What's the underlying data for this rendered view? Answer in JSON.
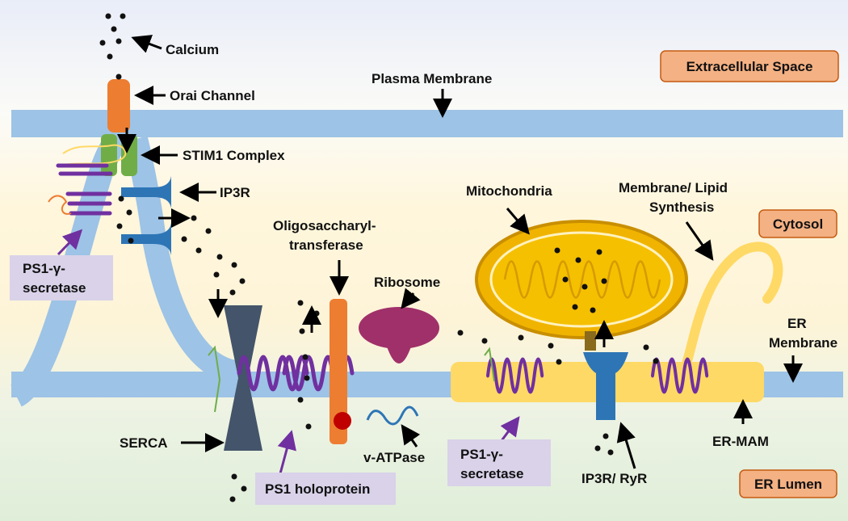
{
  "labels": {
    "calcium": "Calcium",
    "orai": "Orai Channel",
    "plasma_membrane": "Plasma Membrane",
    "stim1": "STIM1 Complex",
    "ip3r": "IP3R",
    "ps1_left_1": "PS1-γ-",
    "ps1_left_2": "secretase",
    "oligo_1": "Oligosaccharyl-",
    "oligo_2": "transferase",
    "ribosome": "Ribosome",
    "mitochondria": "Mitochondria",
    "membrane_lipid_1": "Membrane/ Lipid",
    "membrane_lipid_2": "Synthesis",
    "er_membrane_1": "ER",
    "er_membrane_2": "Membrane",
    "serca": "SERCA",
    "ps1_holoprotein": "PS1 holoprotein",
    "v_atpase": "v-ATPase",
    "ps1_mid_1": "PS1-γ-",
    "ps1_mid_2": "secretase",
    "ip3r_ryr": "IP3R/ RyR",
    "er_mam": "ER-MAM"
  },
  "regions": {
    "extracellular": "Extracellular Space",
    "cytosol": "Cytosol",
    "er_lumen": "ER Lumen"
  },
  "colors": {
    "membrane": "#9dc3e6",
    "orai": "#ed7d31",
    "stim1": "#70ad47",
    "ip3r": "#2e75b6",
    "ps1": "#7030a0",
    "serca": "#44546a",
    "ribosome": "#a0306a",
    "mitochondria": "#f0b400",
    "mam": "#ffd966",
    "region_box": "#f4b183",
    "ps1_box": "#d9d2e9"
  }
}
